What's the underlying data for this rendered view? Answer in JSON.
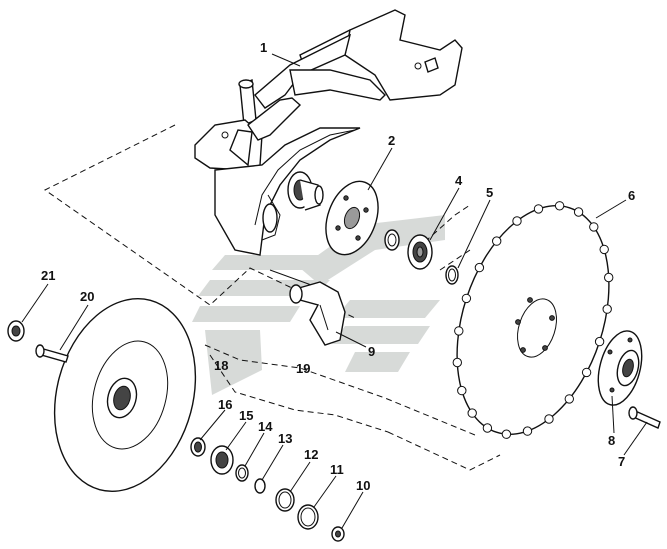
{
  "watermark": {
    "color": "#d7dad8",
    "accent": "#e6e9e7"
  },
  "callouts": [
    {
      "id": "1",
      "label": "1"
    },
    {
      "id": "2",
      "label": "2"
    },
    {
      "id": "4",
      "label": "4"
    },
    {
      "id": "5",
      "label": "5"
    },
    {
      "id": "6",
      "label": "6"
    },
    {
      "id": "7",
      "label": "7"
    },
    {
      "id": "8",
      "label": "8"
    },
    {
      "id": "9",
      "label": "9"
    },
    {
      "id": "10",
      "label": "10"
    },
    {
      "id": "11",
      "label": "11"
    },
    {
      "id": "12",
      "label": "12"
    },
    {
      "id": "13",
      "label": "13"
    },
    {
      "id": "14",
      "label": "14"
    },
    {
      "id": "15",
      "label": "15"
    },
    {
      "id": "16",
      "label": "16"
    },
    {
      "id": "18",
      "label": "18"
    },
    {
      "id": "19",
      "label": "19"
    },
    {
      "id": "20",
      "label": "20"
    },
    {
      "id": "21",
      "label": "21"
    }
  ]
}
